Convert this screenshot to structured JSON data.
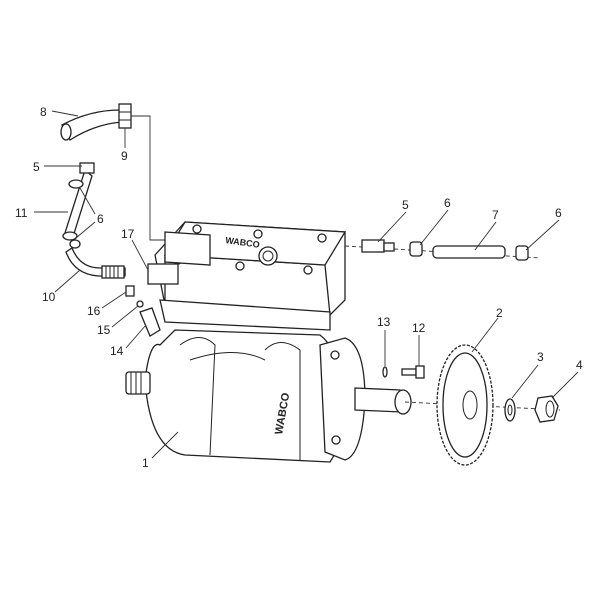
{
  "diagram": {
    "type": "exploded parts diagram",
    "brand_marking": "WABCO",
    "callouts": [
      {
        "id": "c8",
        "label": "8"
      },
      {
        "id": "c9",
        "label": "9"
      },
      {
        "id": "c5a",
        "label": "5"
      },
      {
        "id": "c11",
        "label": "11"
      },
      {
        "id": "c6a",
        "label": "6"
      },
      {
        "id": "c10",
        "label": "10"
      },
      {
        "id": "c17",
        "label": "17"
      },
      {
        "id": "c16",
        "label": "16"
      },
      {
        "id": "c15",
        "label": "15"
      },
      {
        "id": "c14",
        "label": "14"
      },
      {
        "id": "c1",
        "label": "1"
      },
      {
        "id": "c5b",
        "label": "5"
      },
      {
        "id": "c6b",
        "label": "6"
      },
      {
        "id": "c7",
        "label": "7"
      },
      {
        "id": "c6c",
        "label": "6"
      },
      {
        "id": "c13",
        "label": "13"
      },
      {
        "id": "c12",
        "label": "12"
      },
      {
        "id": "c2",
        "label": "2"
      },
      {
        "id": "c3",
        "label": "3"
      },
      {
        "id": "c4",
        "label": "4"
      }
    ]
  }
}
